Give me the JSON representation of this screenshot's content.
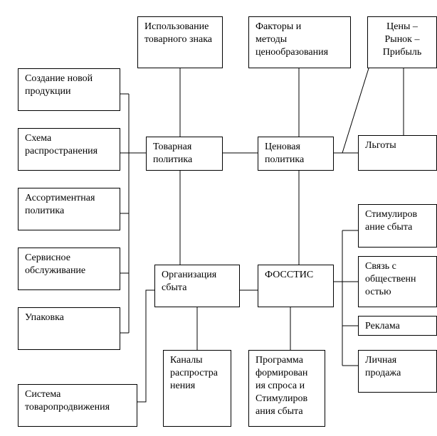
{
  "diagram": {
    "nodes": {
      "ispolzovanie": "Использование\nтоварного знака",
      "faktory": "Факторы и\nметоды\nценообразования",
      "tseny": "Цены –\nРынок –\nПрибыль",
      "sozdanie": "Создание новой\nпродукции",
      "skhema": "Схема\nраспространения",
      "tovarnaya": "Товарная\nполитика",
      "tsenovaya": "Ценовая\nполитика",
      "lgoty": "Льготы",
      "assortiment": "Ассортиментная\nполитика",
      "servis": "Сервисное\nобслуживание",
      "upakovka": "Упаковка",
      "stimulirovanie": "Стимулиров\nание сбыта",
      "organizatsiya": "Организация\nсбыта",
      "fosstis": "ФОССТИС",
      "svyaz": "Связь с\nобщественн\nостью",
      "reklama": "Реклама",
      "kanaly": "Каналы\nраспростра\nнения",
      "programma": "Программа\nформирован\nия спроса и\nСтимулиров\nания сбыта",
      "lichnaya": "Личная\nпродажа",
      "sistema": "Система\nтоваропродвижения"
    }
  }
}
